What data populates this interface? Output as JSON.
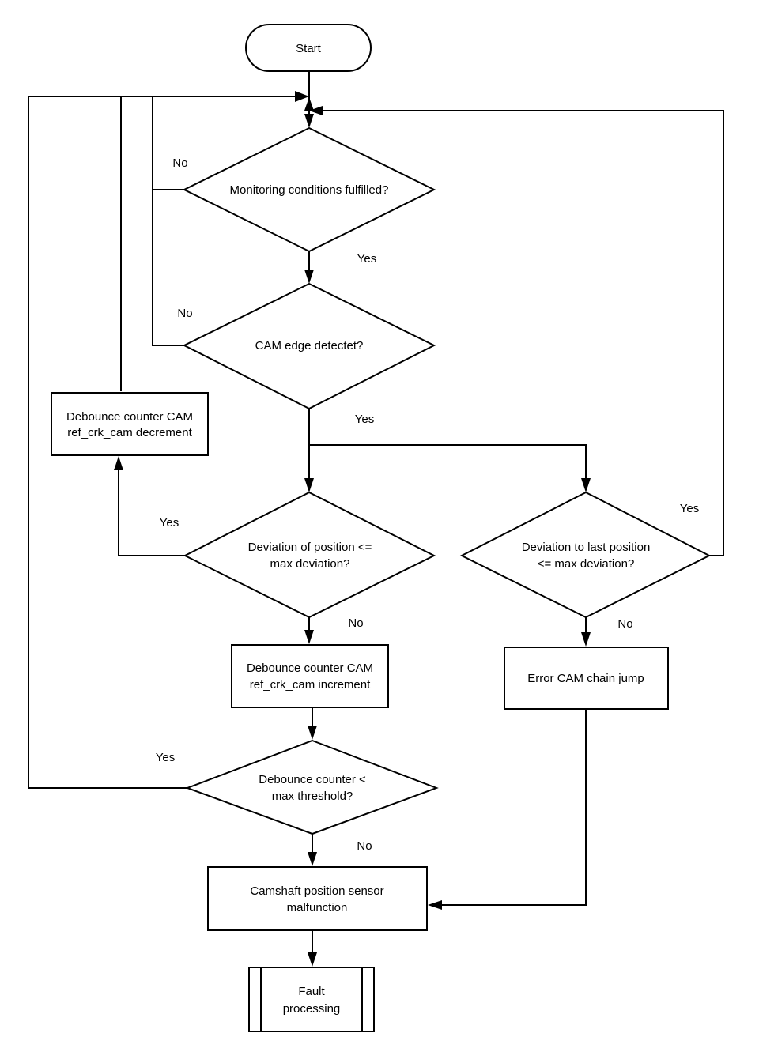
{
  "nodes": {
    "start": "Start",
    "monitoring": "Monitoring conditions fulfilled?",
    "cam_edge": "CAM edge detectet?",
    "deviation_position": [
      "Deviation of position <=",
      "max deviation?"
    ],
    "deviation_last": [
      "Deviation to last position",
      "<= max deviation?"
    ],
    "debounce_decrement": [
      "Debounce counter CAM",
      "ref_crk_cam decrement"
    ],
    "debounce_increment": [
      "Debounce counter CAM",
      "ref_crk_cam increment"
    ],
    "error_chain_jump": "Error CAM chain jump",
    "debounce_threshold": [
      "Debounce counter <",
      "max threshold?"
    ],
    "sensor_malfunction": [
      "Camshaft position sensor",
      "malfunction"
    ],
    "fault_processing": [
      "Fault",
      "processing"
    ]
  },
  "edge_labels": {
    "monitoring_no": "No",
    "monitoring_yes": "Yes",
    "cam_edge_no": "No",
    "cam_edge_yes": "Yes",
    "deviation_position_yes": "Yes",
    "deviation_position_no": "No",
    "deviation_last_yes": "Yes",
    "deviation_last_no": "No",
    "threshold_yes": "Yes",
    "threshold_no": "No"
  }
}
